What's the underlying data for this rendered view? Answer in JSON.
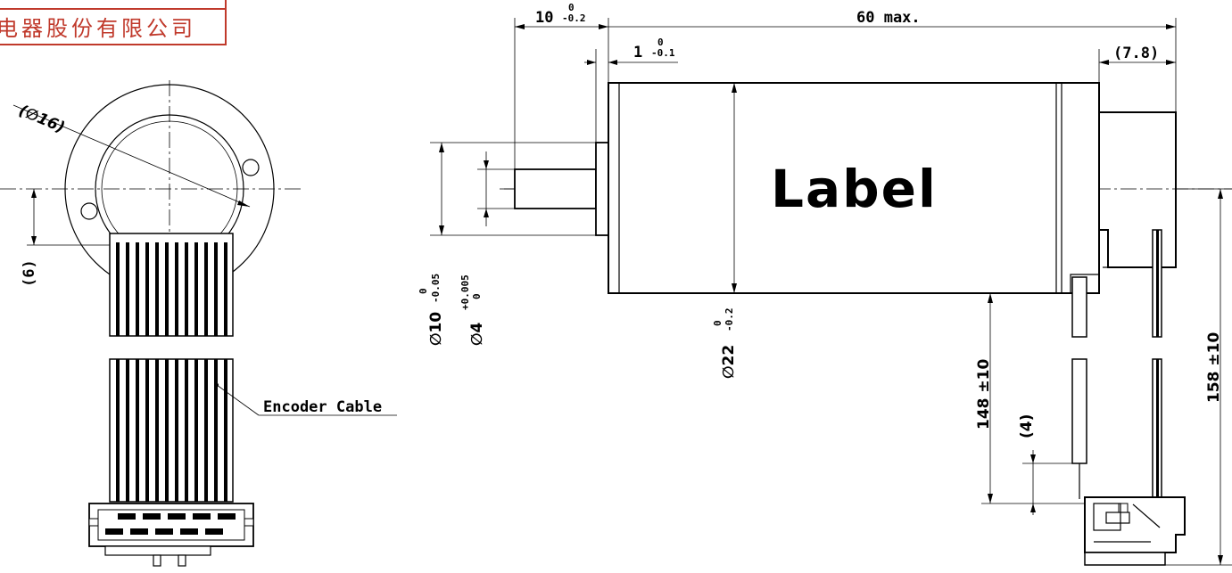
{
  "company_banner": {
    "text": "电器股份有限公司",
    "color": "#c0392b"
  },
  "front_view": {
    "diameter_label": "(∅16)",
    "offset_label": "(6)"
  },
  "cable": {
    "label": "Encoder Cable"
  },
  "side_view": {
    "body_label": "Label",
    "dim_shaft_length": {
      "value": "10",
      "tol_upper": "0",
      "tol_lower": "-0.2"
    },
    "dim_total_length": "60 max.",
    "dim_flange": {
      "value": "1",
      "tol_upper": "0",
      "tol_lower": "-0.1"
    },
    "dim_rear": "(7.8)",
    "dim_pilot_dia": {
      "value": "∅10",
      "tol_upper": "0",
      "tol_lower": "-0.05"
    },
    "dim_shaft_dia": {
      "value": "∅4",
      "tol_upper": "+0.005",
      "tol_lower": "0"
    },
    "dim_body_dia": {
      "value": "∅22",
      "tol_upper": "0",
      "tol_lower": "-0.2"
    },
    "dim_lead_148": "148 ±10",
    "dim_strip": "(4)",
    "dim_lead_158": "158 ±10"
  },
  "colors": {
    "line": "#000000",
    "background": "#ffffff",
    "banner_red": "#c0392b"
  }
}
